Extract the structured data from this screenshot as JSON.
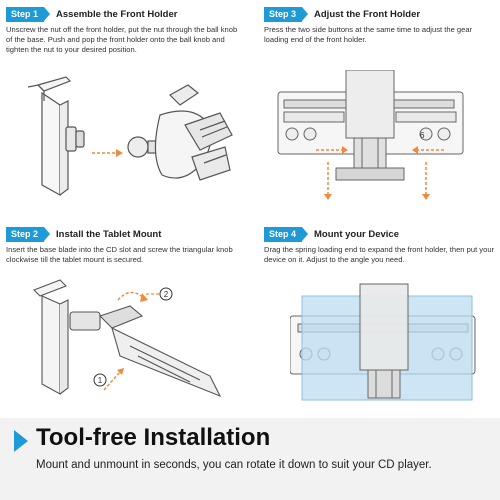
{
  "steps": [
    {
      "badge": "Step 1",
      "title": "Assemble the Front Holder",
      "desc": "Unscrew the nut off the front holder, put the nut through the ball knob of the base. Push and pop the front holder onto the ball knob and tighten the nut to your desired position."
    },
    {
      "badge": "Step 3",
      "title": "Adjust the Front Holder",
      "desc": "Press the two side buttons at the same time to adjust the gear loading end of the front holder."
    },
    {
      "badge": "Step 2",
      "title": "Install the Tablet Mount",
      "desc": "Insert the base blade into the CD slot and screw the triangular knob clockwise till the tablet mount is secured."
    },
    {
      "badge": "Step 4",
      "title": "Mount your Device",
      "desc": "Drag the spring loading end to expand the front holder, then put your device on it. Adjust to the angle you need."
    }
  ],
  "callouts": {
    "one": "1",
    "two": "2",
    "six": "6"
  },
  "banner": {
    "title": "Tool-free Installation",
    "subtitle": "Mount and unmount in seconds, you can rotate it down to suit your CD player."
  },
  "colors": {
    "accent": "#1e9ad6",
    "arrow": "#f08a3c",
    "banner_bg": "#f2f2f2"
  }
}
